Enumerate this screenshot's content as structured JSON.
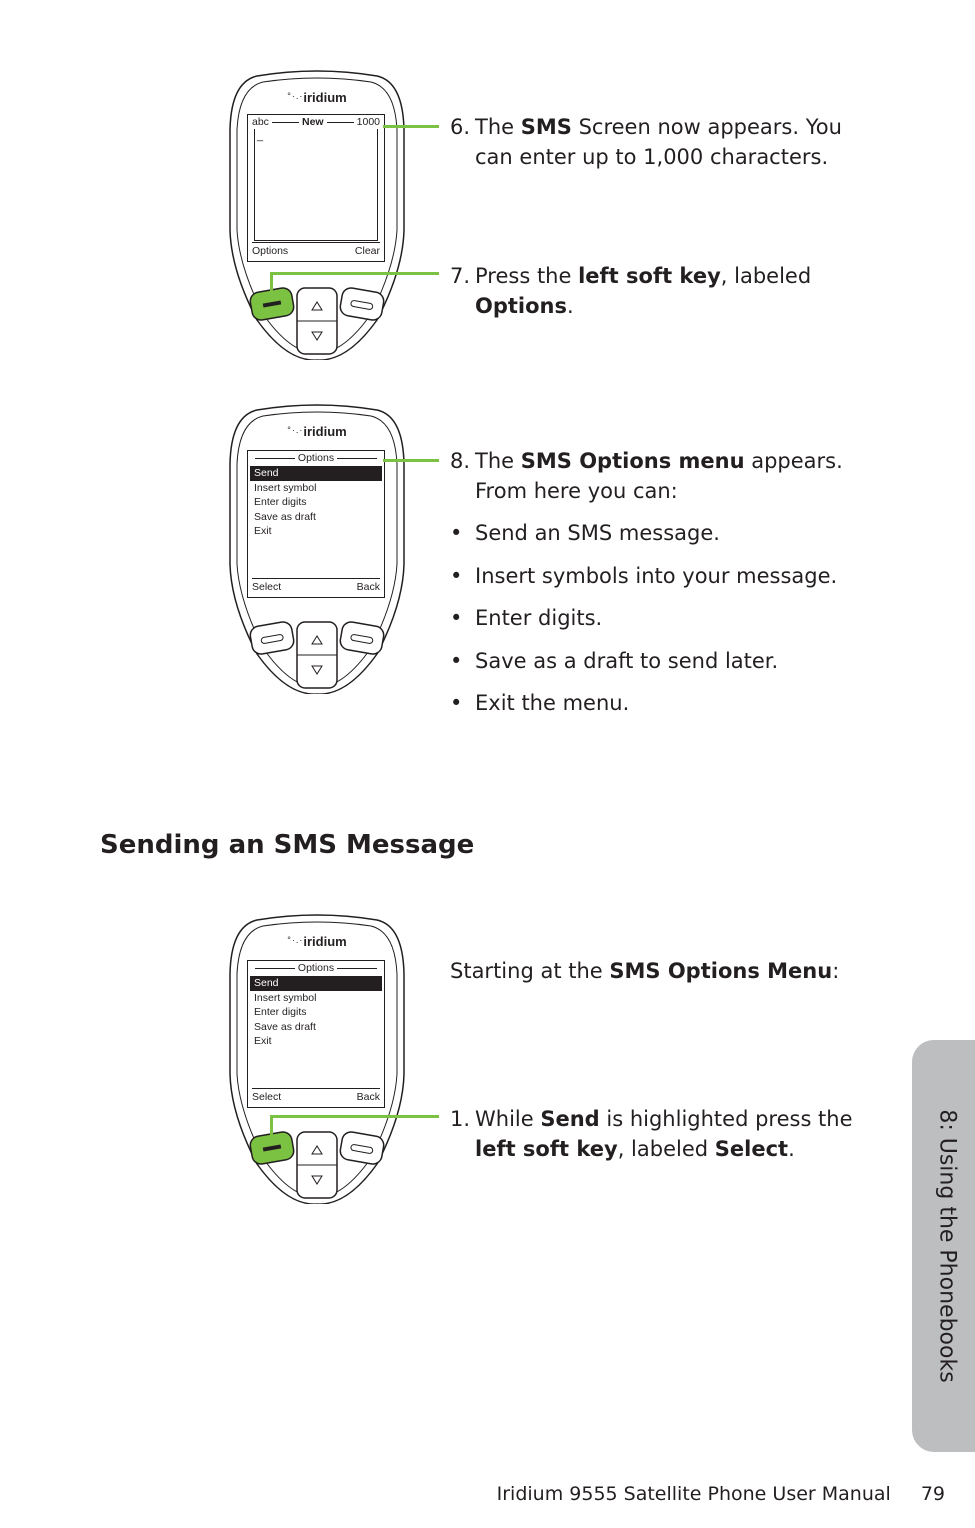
{
  "phone_logo": "iridium",
  "phone1": {
    "screen_mode": "abc",
    "screen_title": "New",
    "screen_count": "1000",
    "cursor": "_",
    "left_soft": "Options",
    "right_soft": "Clear",
    "left_key_highlight": true
  },
  "phone2": {
    "screen_title": "Options",
    "menu": [
      "Send",
      "Insert symbol",
      "Enter digits",
      "Save as draft",
      "Exit"
    ],
    "left_soft": "Select",
    "right_soft": "Back",
    "left_key_highlight": false
  },
  "phone3": {
    "screen_title": "Options",
    "menu": [
      "Send",
      "Insert symbol",
      "Enter digits",
      "Save as draft",
      "Exit"
    ],
    "left_soft": "Select",
    "right_soft": "Back",
    "left_key_highlight": true
  },
  "step6": {
    "num": "6.",
    "a": "The ",
    "b": "SMS",
    "c": " Screen now appears. You",
    "line2": "can enter up to 1,000 characters."
  },
  "step7": {
    "num": "7.",
    "a": "Press the ",
    "b": "left soft key",
    "c": ", labeled",
    "line2_b": "Options",
    "line2_c": "."
  },
  "step8": {
    "num": "8.",
    "a": "The ",
    "b": "SMS Options menu",
    "c": " appears.",
    "line2": "From here you can:"
  },
  "bullets": [
    "Send an SMS message.",
    "Insert symbols into your message.",
    "Enter digits.",
    "Save as a draft to send later.",
    "Exit the menu."
  ],
  "section_heading": "Sending an SMS Message",
  "starting": {
    "a": "Starting at the ",
    "b": "SMS Options Menu",
    "c": ":"
  },
  "step1": {
    "num": "1.",
    "a": "While ",
    "b": "Send",
    "c": " is highlighted press the",
    "line2_b": "left soft key",
    "line2_c": ", labeled ",
    "line2_d": "Select",
    "line2_e": "."
  },
  "side_tab": "8: Using the Phonebooks",
  "footer": {
    "title": "Iridium 9555 Satellite Phone User Manual",
    "page": "79"
  },
  "colors": {
    "accent": "#7cc242",
    "tab_gray": "#bcbec0",
    "text": "#231f20"
  }
}
